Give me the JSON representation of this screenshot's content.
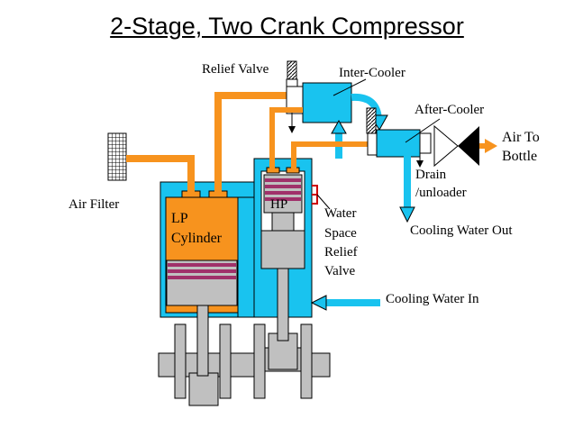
{
  "title": "2-Stage, Two Crank Compressor",
  "labels": {
    "relief_valve": "Relief Valve",
    "inter_cooler": "Inter-Cooler",
    "after_cooler": "After-Cooler",
    "air_to_bottle_1": "Air To",
    "air_to_bottle_2": "Bottle",
    "drain_1": "Drain",
    "drain_2": "/unloader",
    "air_filter": "Air Filter",
    "lp_cylinder_1": "LP",
    "lp_cylinder_2": "Cylinder",
    "hp": "HP",
    "water_space_1": "Water",
    "water_space_2": "Space",
    "water_space_3": "Relief",
    "water_space_4": "Valve",
    "cooling_water_out": "Cooling Water Out",
    "cooling_water_in": "Cooling Water In"
  },
  "colors": {
    "water": "#19c3ef",
    "air": "#f7931e",
    "steel": "#c0c0c0",
    "ring": "#a0306a",
    "outline": "#000000",
    "relief_spring": "#cc0000"
  },
  "icons": {
    "air_filter": "mesh-filter-icon",
    "relief_valve": "relief-valve-icon",
    "check_valve": "check-valve-icon"
  }
}
